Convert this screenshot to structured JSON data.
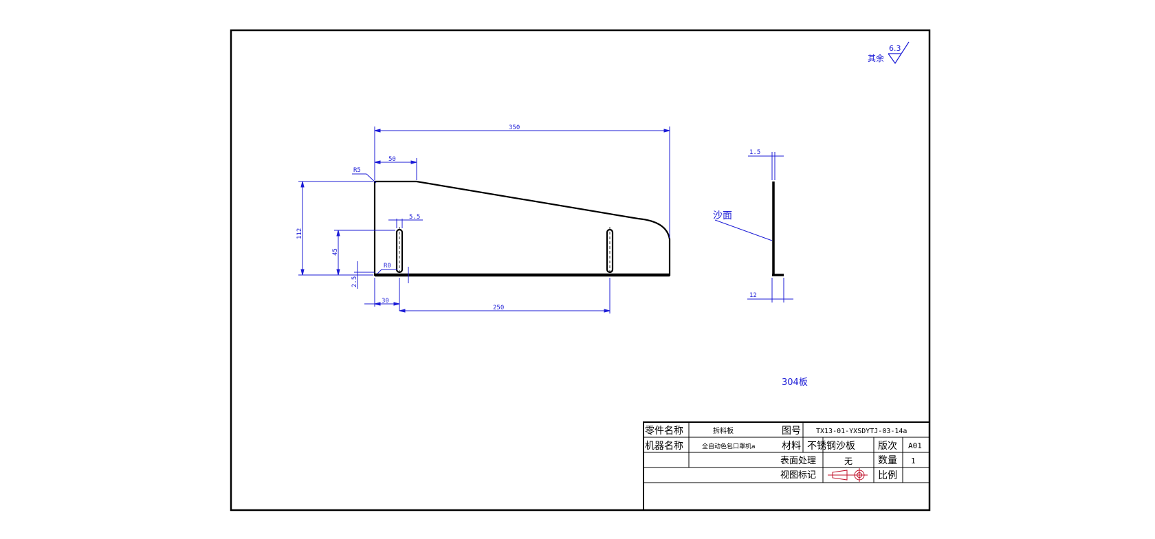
{
  "surface_finish": {
    "label": "其余",
    "value": "6.3"
  },
  "dimensions": {
    "overall_length": "350",
    "top_flat": "50",
    "corner_radius": "R5",
    "height": "112",
    "slot_width": "5.5",
    "slot_height": "45",
    "bend_radius": "R0",
    "slot_offset_bottom": "2.5",
    "slot_from_edge": "30",
    "slot_spacing": "250",
    "thickness": "1.5",
    "flange_width": "12"
  },
  "note_finish": "沙面",
  "material_note": "304板",
  "title_block": {
    "part_name_label": "零件名称",
    "part_name": "拆料板",
    "drawing_no_label": "图号",
    "drawing_no": "TX13-01-YXSDYTJ-03-14a",
    "machine_name_label": "机器名称",
    "machine_name": "全自动色包口罩机a",
    "material_label": "材料",
    "material": "不锈钢沙板",
    "version_label": "版次",
    "version": "A01",
    "surface_treatment_label": "表面处理",
    "surface_treatment": "无",
    "quantity_label": "数量",
    "quantity": "1",
    "view_mark_label": "视图标记",
    "scale_label": "比例",
    "scale": ""
  }
}
